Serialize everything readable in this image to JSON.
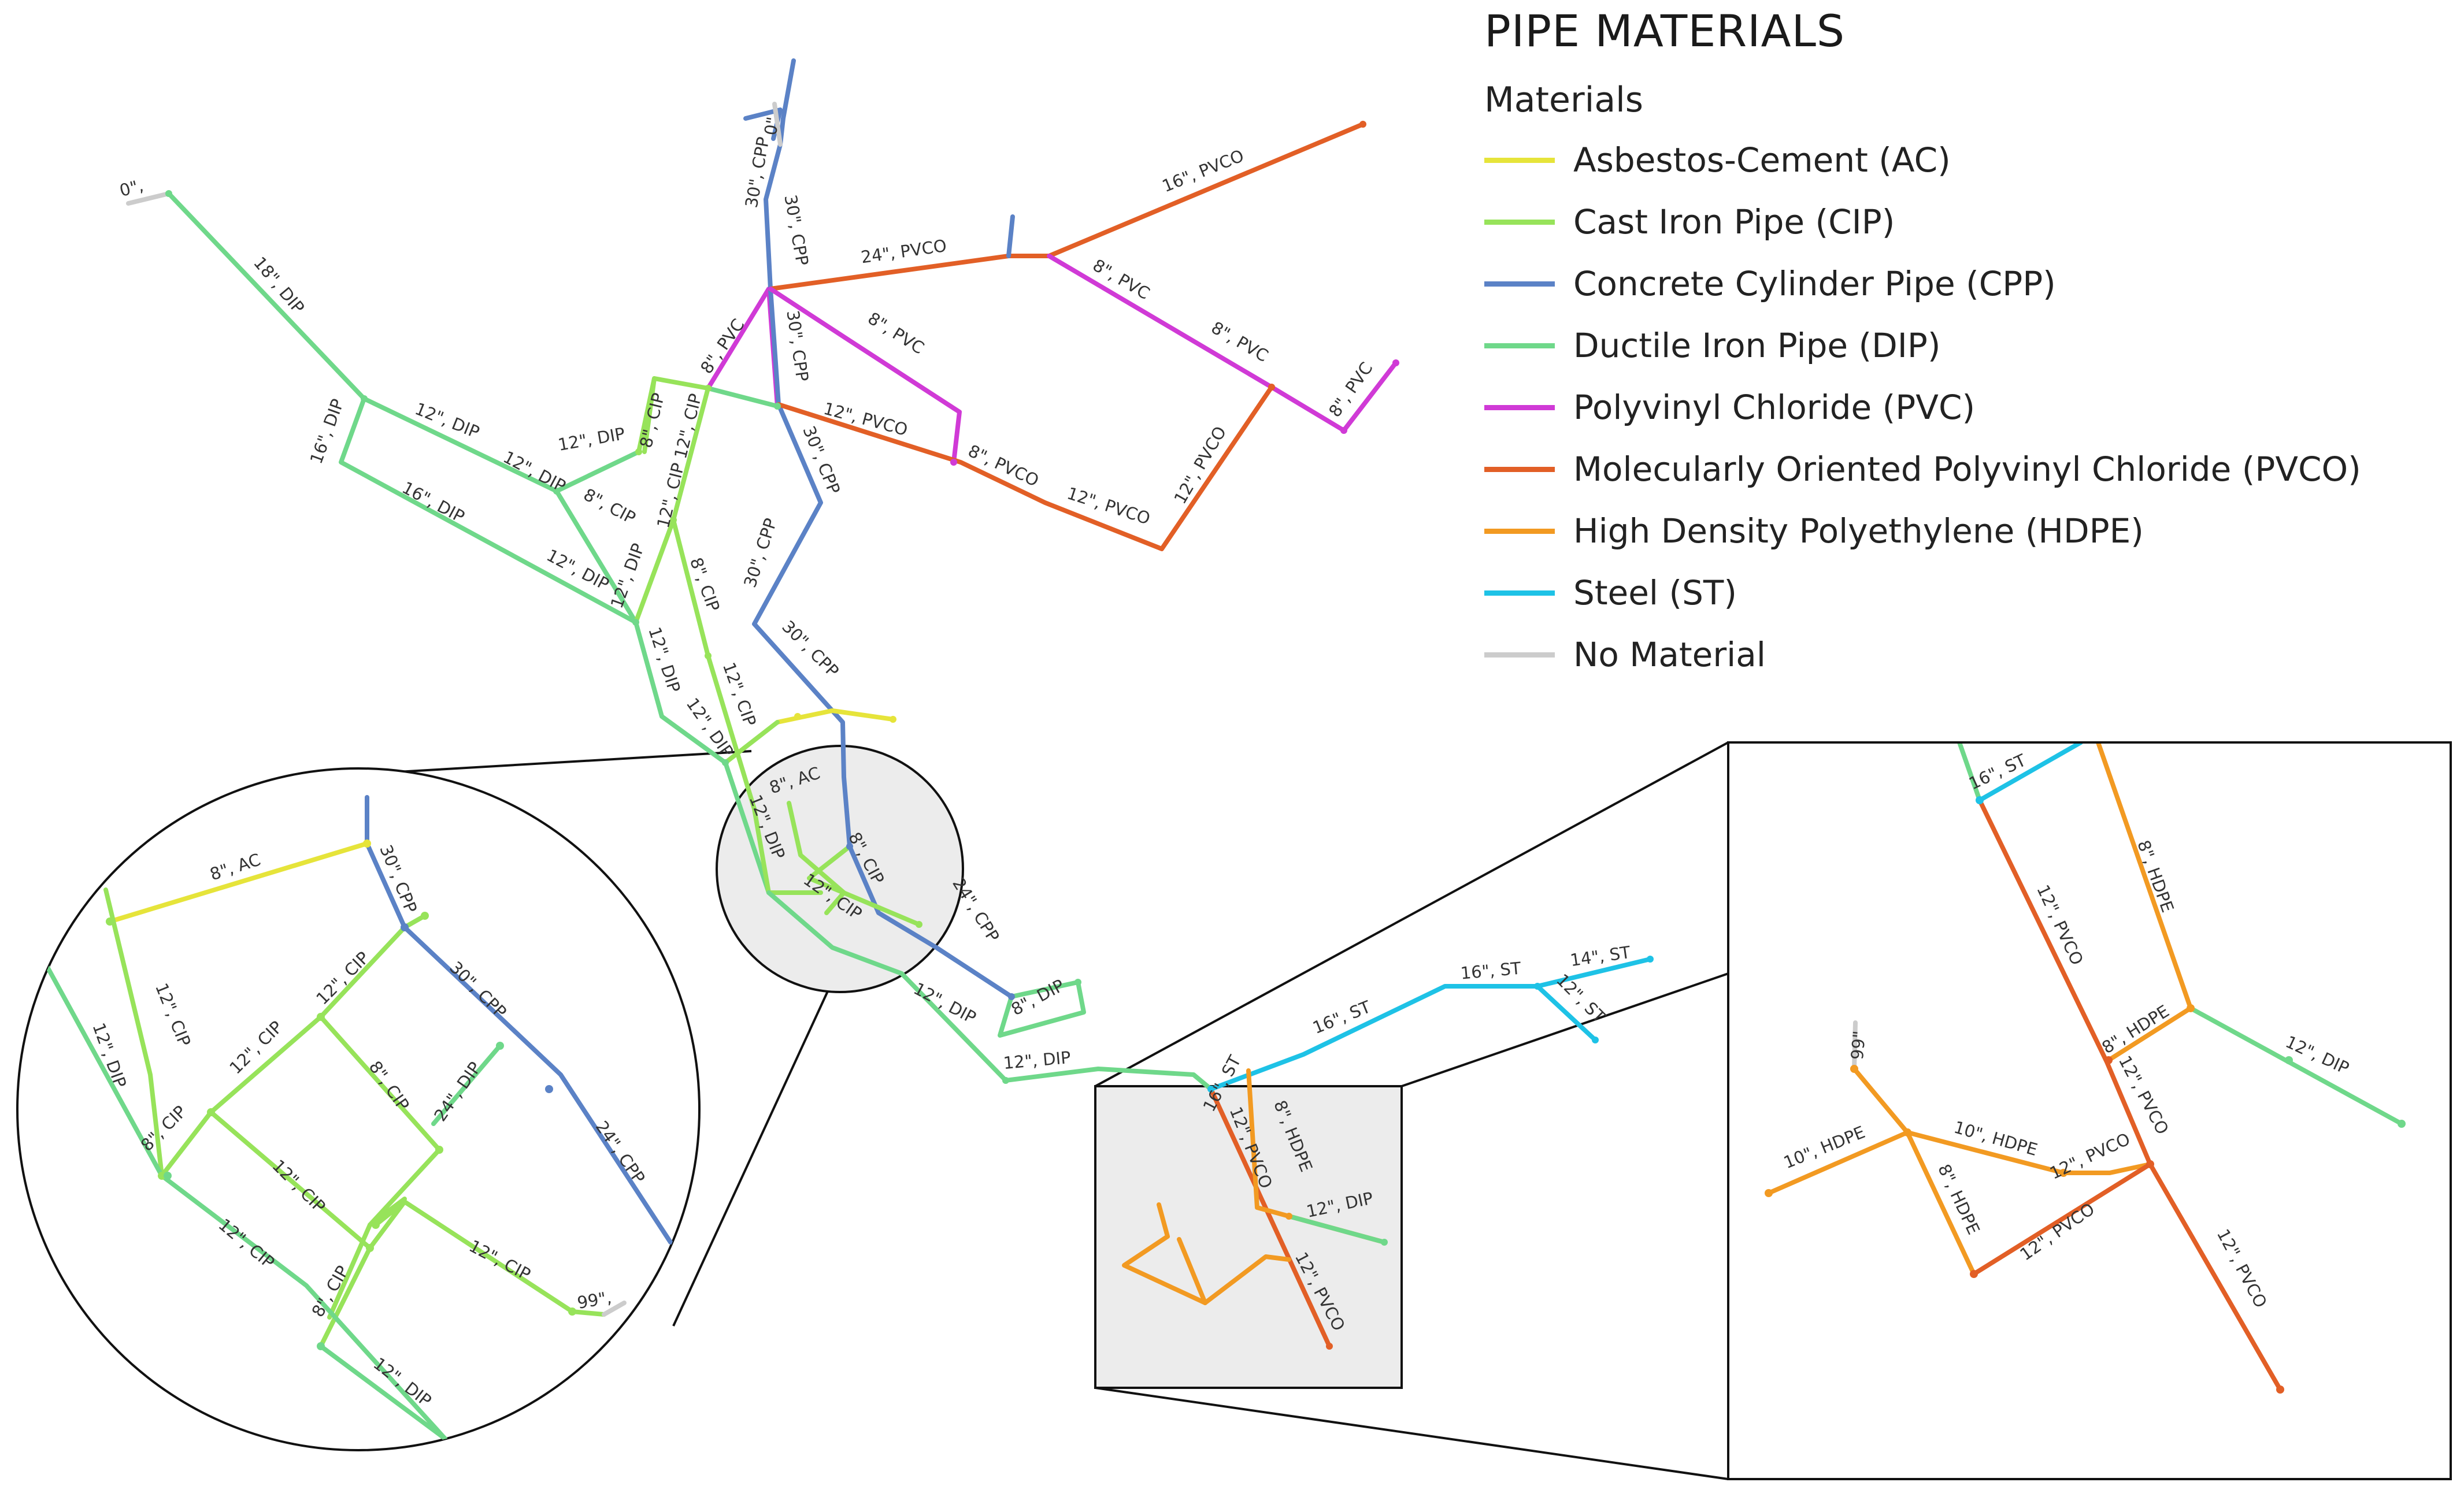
{
  "legend": {
    "title": "PIPE MATERIALS",
    "subtitle": "Materials",
    "items": [
      {
        "label": "Asbestos-Cement (AC)",
        "color": "#e6e43a"
      },
      {
        "label": "Cast Iron Pipe (CIP)",
        "color": "#97e35a"
      },
      {
        "label": "Concrete Cylinder Pipe (CPP)",
        "color": "#5b82c6"
      },
      {
        "label": "Ductile Iron Pipe (DIP)",
        "color": "#6fd88a"
      },
      {
        "label": "Polyvinyl Chloride (PVC)",
        "color": "#d03ad6"
      },
      {
        "label": "Molecularly Oriented Polyvinyl Chloride (PVCO)",
        "color": "#e25f26"
      },
      {
        "label": "High Density Polyethylene (HDPE)",
        "color": "#f29a22"
      },
      {
        "label": "Steel (ST)",
        "color": "#1ec2e6"
      },
      {
        "label": "No Material",
        "color": "#cccccc"
      }
    ]
  },
  "colors": {
    "AC": "#e6e43a",
    "CIP": "#97e35a",
    "CPP": "#5b82c6",
    "DIP": "#6fd88a",
    "PVC": "#d03ad6",
    "PVCO": "#e25f26",
    "HDPE": "#f29a22",
    "ST": "#1ec2e6",
    "NONE": "#cccccc"
  },
  "pipe_labels": {
    "main": [
      "0\",",
      "18\", DIP",
      "16\", DIP",
      "12\", DIP",
      "12\", DIP",
      "12\", DIP",
      "8\", CIP",
      "16\", DIP",
      "12\", DIP",
      "8\", CIP",
      "12\", CIP",
      "12\", CIP",
      "12\", DIP",
      "8\", CIP",
      "12\", DIP",
      "12\", CIP",
      "12\", DIP",
      "8\", PVC",
      "30\", CPP",
      "0\"",
      "30\", CPP",
      "30\", CPP",
      "30\", CPP",
      "30\", CPP",
      "30\", CPP",
      "24\", PVCO",
      "16\", PVCO",
      "8\", PVC",
      "8\", PVC",
      "8\", PVC",
      "8\", PVC",
      "12\", PVCO",
      "8\", PVCO",
      "12\", PVCO",
      "12\", PVCO",
      "8\", AC",
      "12\", DIP",
      "8\", CIP",
      "12\", CIP",
      "24\", CPP",
      "8\", DIP",
      "12\", DIP",
      "12\", DIP",
      "16\", ST",
      "16\", ST",
      "16\", ST",
      "14\", ST",
      "12\", ST",
      "12\", PVCO",
      "8\", HDPE",
      "12\", DIP",
      "12\", PVCO"
    ],
    "circle_inset": [
      "8\", AC",
      "30\", CPP",
      "12\", DIP",
      "12\", CIP",
      "12\", CIP",
      "12\", CIP",
      "30\", CPP",
      "8\", CIP",
      "8\", CIP",
      "24\", DIP",
      "24\", CPP",
      "12\", CIP",
      "12\", CIP",
      "12\", CIP",
      "8\", CIP",
      "99\",",
      "12\", DIP"
    ],
    "rect_inset": [
      "16\", ST",
      "8\", HDPE",
      "12\", PVCO",
      "99\"",
      "8\", HDPE",
      "12\", DIP",
      "12\", PVCO",
      "10\", HDPE",
      "10\", HDPE",
      "8\", HDPE",
      "12\", PVCO",
      "12\", PVCO",
      "12\", PVCO"
    ]
  }
}
